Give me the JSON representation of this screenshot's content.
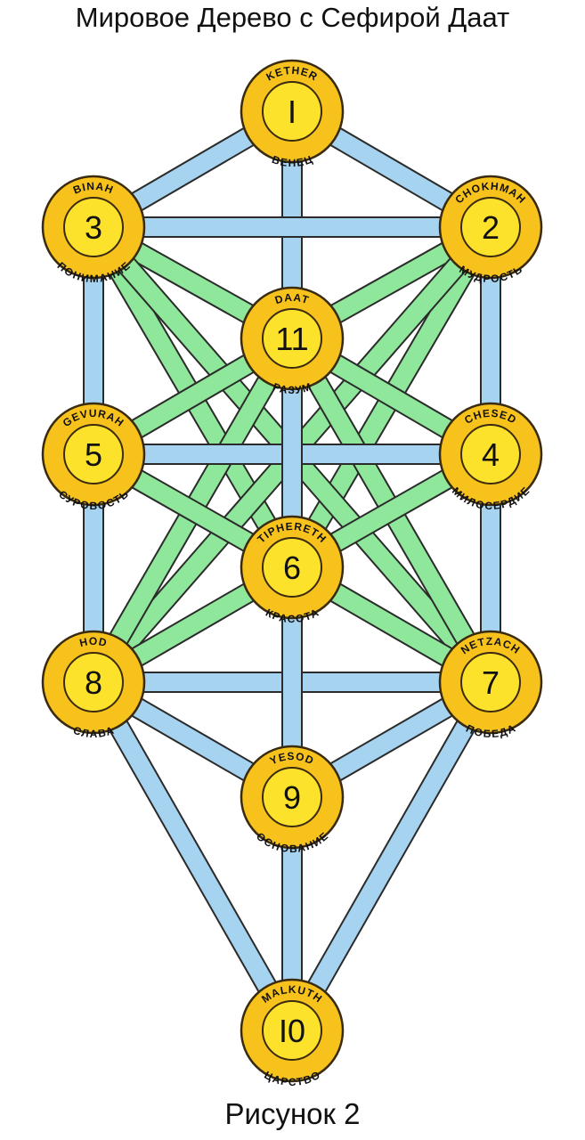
{
  "title": "Мировое Дерево с Сефирой Даат",
  "caption": "Рисунок 2",
  "colors": {
    "blue_path": "#a6d3f0",
    "green_path": "#8ee79a",
    "path_outline": "#2b2b2b",
    "sephira_outer": "#f8c21c",
    "sephira_inner": "#fde22c",
    "sephira_outline": "#3a2b10"
  },
  "sephirot": [
    {
      "id": "kether",
      "number": "I",
      "latin": "KETHER",
      "russian": "ВЕНЕЦ"
    },
    {
      "id": "chokhmah",
      "number": "2",
      "latin": "CHOKHMAH",
      "russian": "МУДРОСТЬ"
    },
    {
      "id": "binah",
      "number": "3",
      "latin": "BINAH",
      "russian": "ПОНИМАНИЕ"
    },
    {
      "id": "daat",
      "number": "11",
      "latin": "DAAT",
      "russian": "РАЗУМ"
    },
    {
      "id": "chesed",
      "number": "4",
      "latin": "CHESED",
      "russian": "МИЛОСЕРДИЕ"
    },
    {
      "id": "gevurah",
      "number": "5",
      "latin": "GEVURAH",
      "russian": "СУРОВОСТЬ"
    },
    {
      "id": "tiphereth",
      "number": "6",
      "latin": "TIPHERETH",
      "russian": "КРАСОТА"
    },
    {
      "id": "netzach",
      "number": "7",
      "latin": "NETZACH",
      "russian": "ПОБЕДА"
    },
    {
      "id": "hod",
      "number": "8",
      "latin": "HOD",
      "russian": "СЛАВА"
    },
    {
      "id": "yesod",
      "number": "9",
      "latin": "YESOD",
      "russian": "ОСНОВАНИЕ"
    },
    {
      "id": "malkuth",
      "number": "I0",
      "latin": "MALKUTH",
      "russian": "ЦАРСТВО"
    }
  ],
  "paths": [
    {
      "from": "kether",
      "to": "chokhmah",
      "color": "blue"
    },
    {
      "from": "kether",
      "to": "binah",
      "color": "blue"
    },
    {
      "from": "kether",
      "to": "daat",
      "color": "blue"
    },
    {
      "from": "binah",
      "to": "chokhmah",
      "color": "blue"
    },
    {
      "from": "binah",
      "to": "gevurah",
      "color": "blue"
    },
    {
      "from": "chokhmah",
      "to": "chesed",
      "color": "blue"
    },
    {
      "from": "gevurah",
      "to": "chesed",
      "color": "blue"
    },
    {
      "from": "gevurah",
      "to": "hod",
      "color": "blue"
    },
    {
      "from": "chesed",
      "to": "netzach",
      "color": "blue"
    },
    {
      "from": "hod",
      "to": "netzach",
      "color": "blue"
    },
    {
      "from": "daat",
      "to": "tiphereth",
      "color": "blue"
    },
    {
      "from": "tiphereth",
      "to": "yesod",
      "color": "blue"
    },
    {
      "from": "hod",
      "to": "yesod",
      "color": "blue"
    },
    {
      "from": "netzach",
      "to": "yesod",
      "color": "blue"
    },
    {
      "from": "yesod",
      "to": "malkuth",
      "color": "blue"
    },
    {
      "from": "hod",
      "to": "malkuth",
      "color": "blue"
    },
    {
      "from": "netzach",
      "to": "malkuth",
      "color": "blue"
    },
    {
      "from": "binah",
      "to": "daat",
      "color": "green"
    },
    {
      "from": "chokhmah",
      "to": "daat",
      "color": "green"
    },
    {
      "from": "binah",
      "to": "tiphereth",
      "color": "green"
    },
    {
      "from": "chokhmah",
      "to": "tiphereth",
      "color": "green"
    },
    {
      "from": "binah",
      "to": "netzach",
      "color": "green"
    },
    {
      "from": "chokhmah",
      "to": "hod",
      "color": "green"
    },
    {
      "from": "daat",
      "to": "gevurah",
      "color": "green"
    },
    {
      "from": "daat",
      "to": "chesed",
      "color": "green"
    },
    {
      "from": "daat",
      "to": "hod",
      "color": "green"
    },
    {
      "from": "daat",
      "to": "netzach",
      "color": "green"
    },
    {
      "from": "gevurah",
      "to": "tiphereth",
      "color": "green"
    },
    {
      "from": "chesed",
      "to": "tiphereth",
      "color": "green"
    },
    {
      "from": "tiphereth",
      "to": "hod",
      "color": "green"
    },
    {
      "from": "tiphereth",
      "to": "netzach",
      "color": "green"
    }
  ]
}
